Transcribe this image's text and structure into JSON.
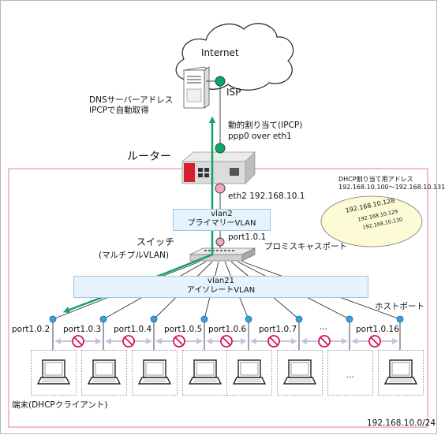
{
  "internet": {
    "label": "Internet",
    "isp_label": "ISP"
  },
  "dns": {
    "line1": "DNSサーバーアドレス",
    "line2": "IPCPで自動取得"
  },
  "wan": {
    "line1": "動的割り当て(IPCP)",
    "line2": "ppp0 over eth1"
  },
  "router": {
    "label": "ルーター",
    "eth_label": "eth2 192.168.10.1"
  },
  "dhcp_pool": {
    "title": "DHCP割り当て用アドレス",
    "range": "192.168.10.100〜192.168.10.131",
    "addresses": [
      "192.168.10.128",
      "192.168.10.129",
      "192.168.10.130"
    ]
  },
  "vlan2": {
    "name": "vlan2",
    "desc": "プライマリーVLAN"
  },
  "switch": {
    "label": "スイッチ",
    "sublabel": "(マルチプルVLAN)",
    "port": "port1.0.1",
    "port_type": "プロミスキャスポート"
  },
  "vlan21": {
    "name": "vlan21",
    "desc": "アイソレートVLAN"
  },
  "host_port_label": "ホストポート",
  "ports": [
    "port1.0.2",
    "port1.0.3",
    "port1.0.4",
    "port1.0.5",
    "port1.0.6",
    "port1.0.7",
    "...",
    "port1.0.16"
  ],
  "terminals_label": "端末(DHCPクライアント)",
  "subnet": "192.168.10.0/24",
  "colors": {
    "accent_green": "#11a36a",
    "port_blue": "#33a3dc",
    "port_pink": "#f3a5c4",
    "forbid_red": "#d4145a",
    "lan_border": "#e57ab0",
    "pool_fill": "#fdfbd6"
  }
}
